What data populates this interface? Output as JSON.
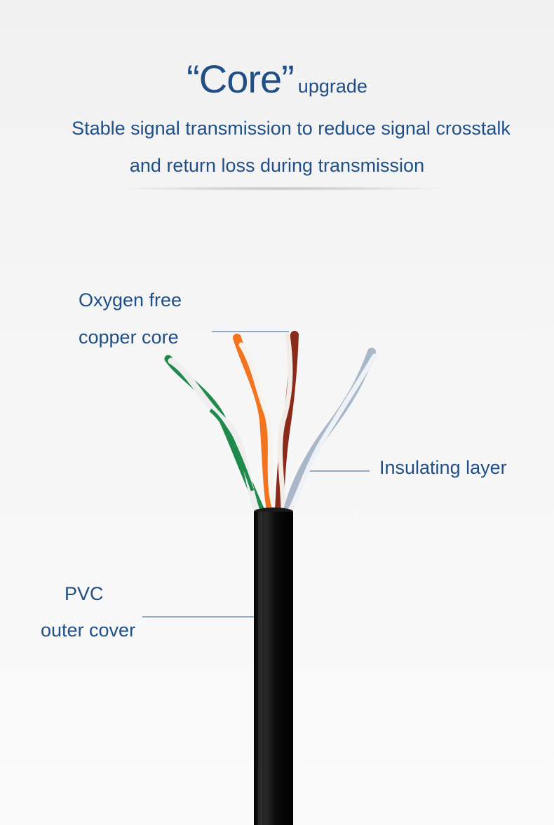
{
  "header": {
    "title_big": "“Core”",
    "title_small": "upgrade",
    "subtitle_line1": "Stable signal transmission to reduce signal crosstalk",
    "subtitle_line2": "and return loss during transmission"
  },
  "callouts": {
    "copper_line1": "Oxygen free",
    "copper_line2": "copper core",
    "insulation": "Insulating layer",
    "pvc_line1": "PVC",
    "pvc_line2": "outer cover"
  },
  "colors": {
    "text": "#1f4f86",
    "cable_jacket": "#111111",
    "wire_green": "#1f8a4c",
    "wire_orange": "#f2741f",
    "wire_brown": "#8a2a1a",
    "wire_blue": "#a9b7c9"
  }
}
